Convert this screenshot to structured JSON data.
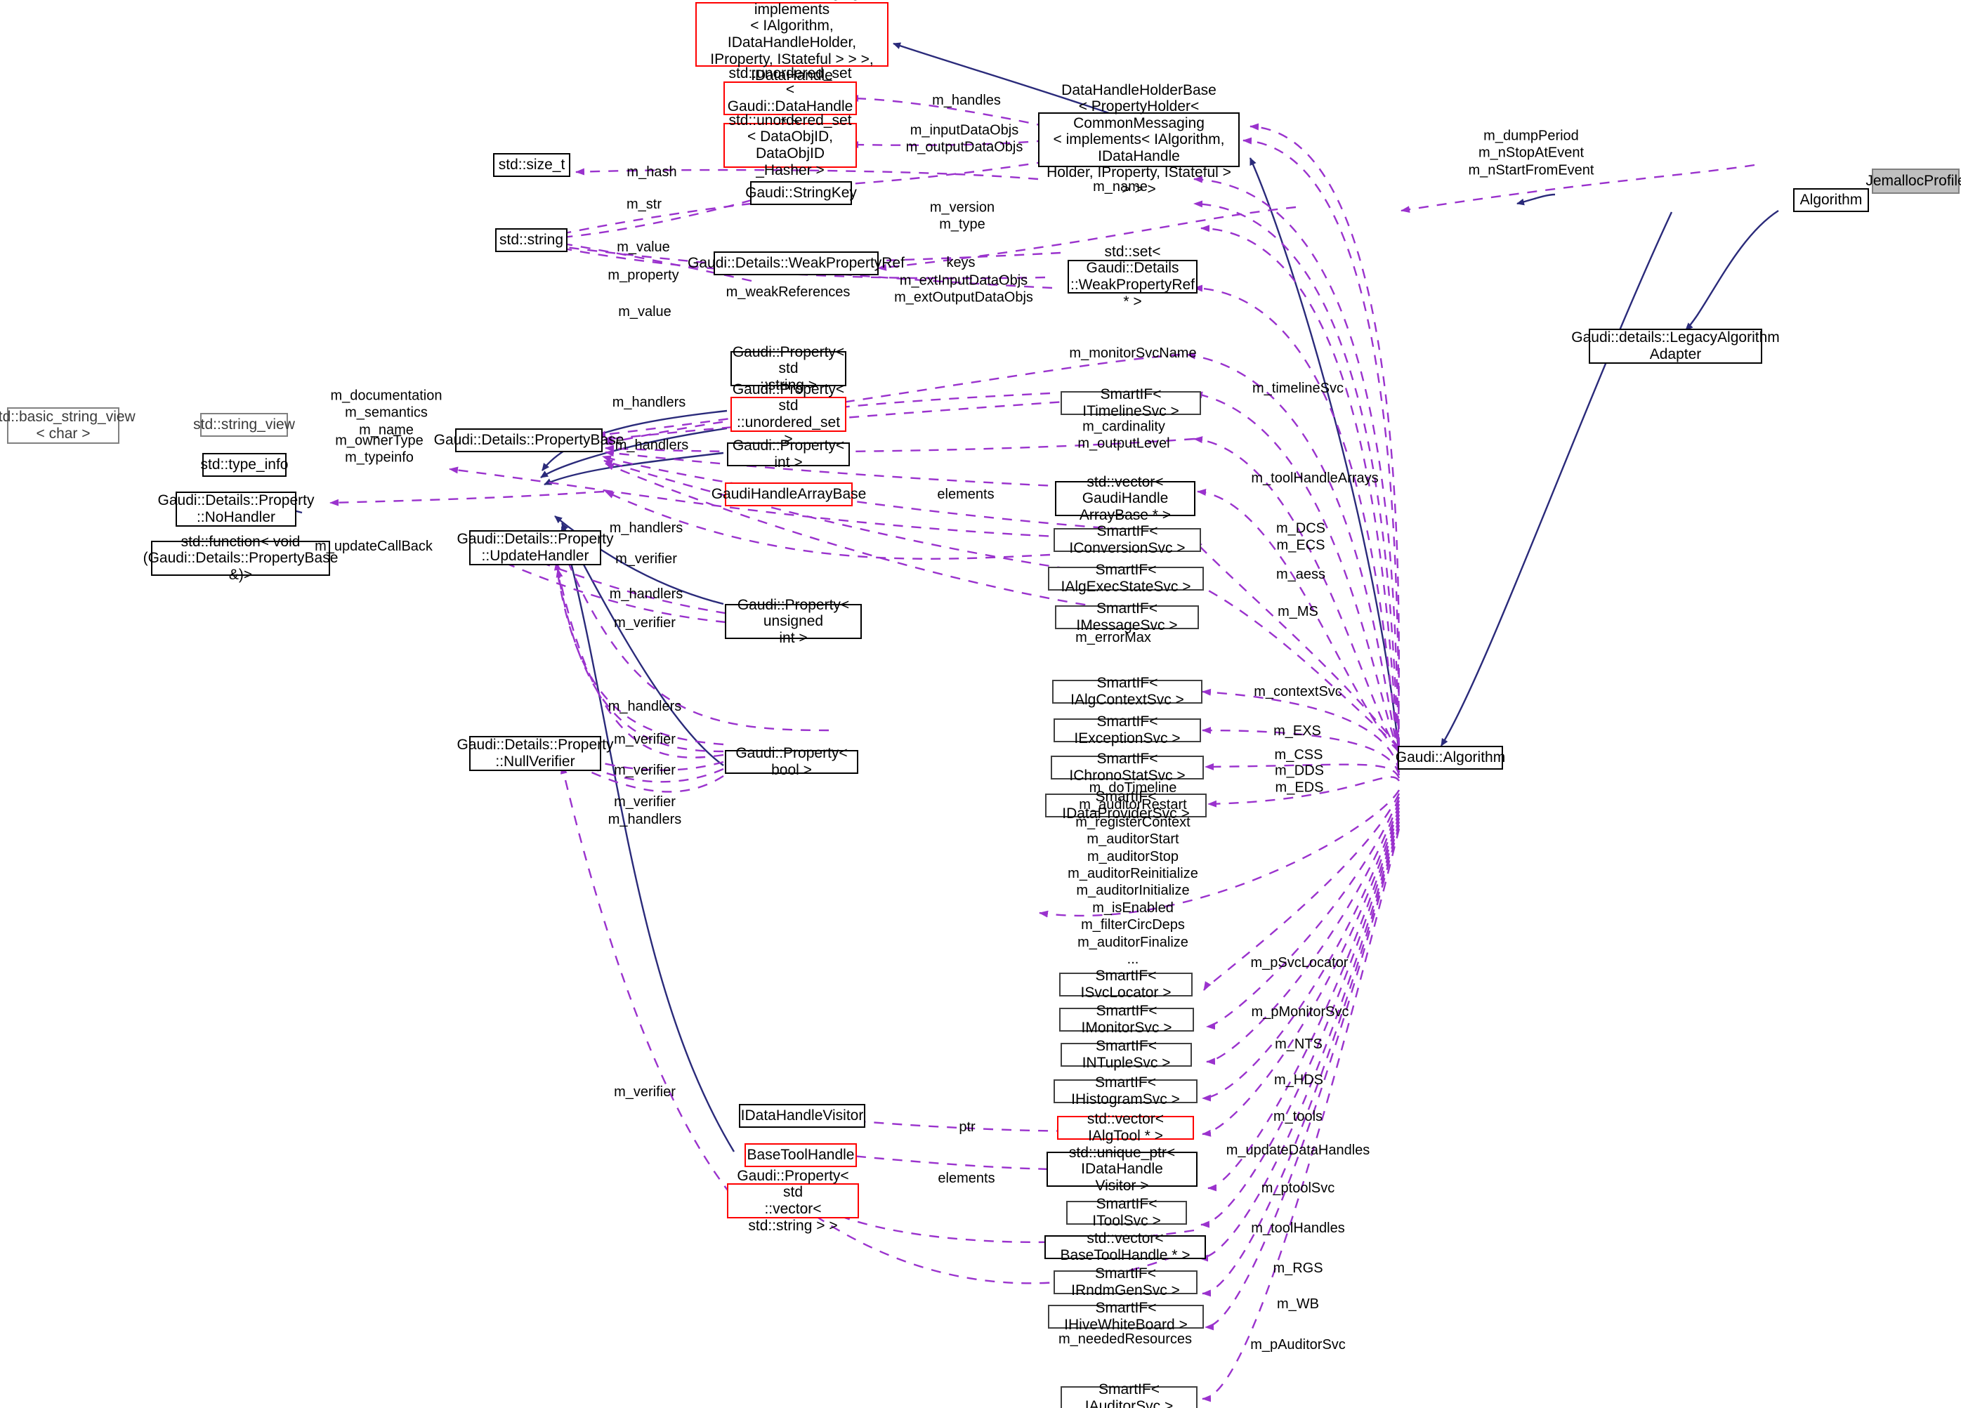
{
  "diagram": {
    "title": "JemallocProfile collaboration diagram",
    "colors": {
      "inheritance_edge": "#2a2a7a",
      "usage_edge": "#9a32cd",
      "node_border": "#000000",
      "node_border_red": "#ff0000",
      "node_border_gray": "#808080",
      "highlight_fill": "#bfbfbf",
      "background": "#ffffff"
    },
    "nodes": [
      {
        "id": "extends",
        "label": "extends< PropertyHolder\n< CommonMessaging< implements\n< IAlgorithm, IDataHandleHolder,\n IProperty, IStateful > > >, IDataHandle\nHolder >",
        "style": "red"
      },
      {
        "id": "uset_datahandle",
        "label": "std::unordered_set\n< Gaudi::DataHandle * >",
        "style": "red"
      },
      {
        "id": "uset_dataobjid",
        "label": "std::unordered_set\n< DataObjID, DataObjID\n_Hasher >",
        "style": "red"
      },
      {
        "id": "dhhbase",
        "label": "DataHandleHolderBase\n< PropertyHolder< CommonMessaging\n< implements< IAlgorithm, IDataHandle\nHolder, IProperty, IStateful > > > >",
        "style": "plain"
      },
      {
        "id": "size_t",
        "label": "std::size_t",
        "style": "plain"
      },
      {
        "id": "stringkey",
        "label": "Gaudi::StringKey",
        "style": "plain"
      },
      {
        "id": "string",
        "label": "std::string",
        "style": "plain"
      },
      {
        "id": "weakpropref",
        "label": "Gaudi::Details::WeakPropertyRef",
        "style": "plain"
      },
      {
        "id": "set_weakpropref",
        "label": "std::set< Gaudi::Details\n::WeakPropertyRef * >",
        "style": "plain"
      },
      {
        "id": "basic_string_view",
        "label": "std::basic_string_view\n< char >",
        "style": "gray"
      },
      {
        "id": "string_view",
        "label": "std::string_view",
        "style": "gray"
      },
      {
        "id": "type_info",
        "label": "std::type_info",
        "style": "plain"
      },
      {
        "id": "propertybase",
        "label": "Gaudi::Details::PropertyBase",
        "style": "plain"
      },
      {
        "id": "nohandler",
        "label": "Gaudi::Details::Property\n::NoHandler",
        "style": "plain"
      },
      {
        "id": "std_function",
        "label": "std::function< void\n(Gaudi::Details::PropertyBase &)>",
        "style": "plain"
      },
      {
        "id": "updatehandler",
        "label": "Gaudi::Details::Property\n::UpdateHandler",
        "style": "plain"
      },
      {
        "id": "nullverifier",
        "label": "Gaudi::Details::Property\n::NullVerifier",
        "style": "plain"
      },
      {
        "id": "prop_string",
        "label": "Gaudi::Property< std\n::string >",
        "style": "plain"
      },
      {
        "id": "prop_uset",
        "label": "Gaudi::Property< std\n::unordered_set >",
        "style": "red"
      },
      {
        "id": "prop_int",
        "label": "Gaudi::Property< int >",
        "style": "plain"
      },
      {
        "id": "gaudihandlearraybase",
        "label": "GaudiHandleArrayBase",
        "style": "red"
      },
      {
        "id": "prop_uint",
        "label": "Gaudi::Property< unsigned\nint >",
        "style": "plain"
      },
      {
        "id": "prop_bool",
        "label": "Gaudi::Property< bool >",
        "style": "plain"
      },
      {
        "id": "idatahandlevisitor",
        "label": "IDataHandleVisitor",
        "style": "plain"
      },
      {
        "id": "basetoolhandle",
        "label": "BaseToolHandle",
        "style": "red"
      },
      {
        "id": "prop_vecstring",
        "label": "Gaudi::Property< std\n::vector< std::string > >",
        "style": "red"
      },
      {
        "id": "smartif_timeline",
        "label": "SmartIF< ITimelineSvc >",
        "style": "plain"
      },
      {
        "id": "vec_gaudihandlearray",
        "label": "std::vector< GaudiHandle\nArrayBase * >",
        "style": "plain"
      },
      {
        "id": "smartif_conv",
        "label": "SmartIF< IConversionSvc >",
        "style": "plain"
      },
      {
        "id": "smartif_algexec",
        "label": "SmartIF< IAlgExecStateSvc >",
        "style": "plain"
      },
      {
        "id": "smartif_msg",
        "label": "SmartIF< IMessageSvc >",
        "style": "plain"
      },
      {
        "id": "smartif_algctx",
        "label": "SmartIF< IAlgContextSvc >",
        "style": "plain"
      },
      {
        "id": "smartif_exc",
        "label": "SmartIF< IExceptionSvc >",
        "style": "plain"
      },
      {
        "id": "smartif_chrono",
        "label": "SmartIF< IChronoStatSvc >",
        "style": "plain"
      },
      {
        "id": "smartif_dataprov",
        "label": "SmartIF< IDataProviderSvc >",
        "style": "plain"
      },
      {
        "id": "smartif_svcloc",
        "label": "SmartIF< ISvcLocator >",
        "style": "plain"
      },
      {
        "id": "smartif_monitor",
        "label": "SmartIF< IMonitorSvc >",
        "style": "plain"
      },
      {
        "id": "smartif_ntuple",
        "label": "SmartIF< INTupleSvc >",
        "style": "plain"
      },
      {
        "id": "smartif_histo",
        "label": "SmartIF< IHistogramSvc >",
        "style": "plain"
      },
      {
        "id": "vec_ialgtool",
        "label": "std::vector< IAlgTool * >",
        "style": "red"
      },
      {
        "id": "uptr_visitor",
        "label": "std::unique_ptr< IDataHandle\nVisitor >",
        "style": "plain"
      },
      {
        "id": "smartif_tool",
        "label": "SmartIF< IToolSvc >",
        "style": "plain"
      },
      {
        "id": "vec_basetoolhandle",
        "label": "std::vector< BaseToolHandle * >",
        "style": "plain"
      },
      {
        "id": "smartif_rndm",
        "label": "SmartIF< IRndmGenSvc >",
        "style": "plain"
      },
      {
        "id": "smartif_hive",
        "label": "SmartIF< IHiveWhiteBoard >",
        "style": "plain"
      },
      {
        "id": "smartif_auditor",
        "label": "SmartIF< IAuditorSvc >",
        "style": "plain"
      },
      {
        "id": "gaudi_algorithm",
        "label": "Gaudi::Algorithm",
        "style": "plain"
      },
      {
        "id": "legacy_adapter",
        "label": "Gaudi::details::LegacyAlgorithm\nAdapter",
        "style": "plain"
      },
      {
        "id": "algorithm",
        "label": "Algorithm",
        "style": "plain"
      },
      {
        "id": "jemallocprofile",
        "label": "JemallocProfile",
        "style": "filled"
      }
    ],
    "edge_labels": [
      {
        "id": "l_handles_top",
        "text": "m_handles"
      },
      {
        "id": "l_inout_dataobjs",
        "text": "m_inputDataObjs\nm_outputDataObjs"
      },
      {
        "id": "l_hash",
        "text": "m_hash"
      },
      {
        "id": "l_str",
        "text": "m_str"
      },
      {
        "id": "l_value1",
        "text": "m_value"
      },
      {
        "id": "l_property",
        "text": "m_property"
      },
      {
        "id": "l_weakrefs",
        "text": "m_weakReferences"
      },
      {
        "id": "l_value2",
        "text": "m_value"
      },
      {
        "id": "l_version_type",
        "text": "m_version\nm_type"
      },
      {
        "id": "l_keys",
        "text": "keys"
      },
      {
        "id": "l_extdataobjs",
        "text": "m_extInputDataObjs\nm_extOutputDataObjs"
      },
      {
        "id": "l_name",
        "text": "m_name"
      },
      {
        "id": "l_monitorsvcname",
        "text": "m_monitorSvcName"
      },
      {
        "id": "l_doc_sem_name",
        "text": "m_documentation\nm_semantics\nm_name"
      },
      {
        "id": "l_ownertype",
        "text": "m_ownerType\nm_typeinfo"
      },
      {
        "id": "l_handlers_a",
        "text": "m_handlers"
      },
      {
        "id": "l_handlers_b",
        "text": "m_handlers"
      },
      {
        "id": "l_updatecallback",
        "text": "m_updateCallBack"
      },
      {
        "id": "l_handlers_c",
        "text": "m_handlers"
      },
      {
        "id": "l_verifier_a",
        "text": "m_verifier"
      },
      {
        "id": "l_handlers_d",
        "text": "m_handlers"
      },
      {
        "id": "l_verifier_b",
        "text": "m_verifier"
      },
      {
        "id": "l_handlers_e",
        "text": "m_handlers"
      },
      {
        "id": "l_verifier_c",
        "text": "m_verifier"
      },
      {
        "id": "l_verifier_d",
        "text": "m_verifier"
      },
      {
        "id": "l_verifier_e",
        "text": "m_verifier"
      },
      {
        "id": "l_handlers_f",
        "text": "m_handlers"
      },
      {
        "id": "l_verifier_f",
        "text": "m_verifier"
      },
      {
        "id": "l_elements_1",
        "text": "elements"
      },
      {
        "id": "l_elements_2",
        "text": "elements"
      },
      {
        "id": "l_ptr",
        "text": "ptr"
      },
      {
        "id": "l_timelinesvc",
        "text": "m_timelineSvc"
      },
      {
        "id": "l_cardinality",
        "text": "m_cardinality\nm_outputLevel"
      },
      {
        "id": "l_toolhandlearrays",
        "text": "m_toolHandleArrays"
      },
      {
        "id": "l_dcs_ecs",
        "text": "m_DCS\nm_ECS"
      },
      {
        "id": "l_aess",
        "text": "m_aess"
      },
      {
        "id": "l_ms",
        "text": "m_MS"
      },
      {
        "id": "l_errormax",
        "text": "m_errorMax"
      },
      {
        "id": "l_contextsvc",
        "text": "m_contextSvc"
      },
      {
        "id": "l_exs",
        "text": "m_EXS"
      },
      {
        "id": "l_css",
        "text": "m_CSS"
      },
      {
        "id": "l_dds_eds",
        "text": "m_DDS\nm_EDS"
      },
      {
        "id": "l_boolprops",
        "text": "m_doTimeline\nm_auditorRestart\nm_registerContext\nm_auditorStart\nm_auditorStop\nm_auditorReinitialize\nm_auditorInitialize\nm_isEnabled\nm_filterCircDeps\nm_auditorFinalize\n..."
      },
      {
        "id": "l_psvclocator",
        "text": "m_pSvcLocator"
      },
      {
        "id": "l_pmonitorsvc",
        "text": "m_pMonitorSvc"
      },
      {
        "id": "l_nts",
        "text": "m_NTS"
      },
      {
        "id": "l_hds",
        "text": "m_HDS"
      },
      {
        "id": "l_tools",
        "text": "m_tools"
      },
      {
        "id": "l_updatedatahandles",
        "text": "m_updateDataHandles"
      },
      {
        "id": "l_ptoolsvc",
        "text": "m_ptoolSvc"
      },
      {
        "id": "l_toolhandles",
        "text": "m_toolHandles"
      },
      {
        "id": "l_rgs",
        "text": "m_RGS"
      },
      {
        "id": "l_wb",
        "text": "m_WB"
      },
      {
        "id": "l_neededresources",
        "text": "m_neededResources"
      },
      {
        "id": "l_pauditorsvc",
        "text": "m_pAuditorSvc"
      },
      {
        "id": "l_jemalloc_props",
        "text": "m_dumpPeriod\nm_nStopAtEvent\nm_nStartFromEvent"
      }
    ]
  }
}
